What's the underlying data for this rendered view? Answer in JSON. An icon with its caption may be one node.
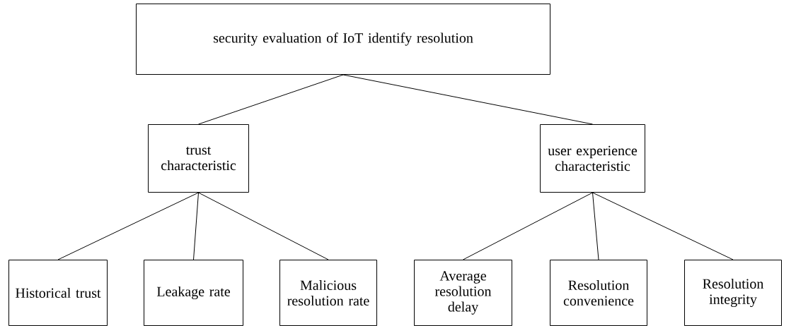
{
  "diagram": {
    "nodes": [
      {
        "text": [
          "security evaluation of IoT identify resolution"
        ]
      },
      {
        "text": [
          "trust characteristic"
        ]
      },
      {
        "text": [
          "user experience characteristic"
        ]
      },
      {
        "text": [
          "Historical trust"
        ]
      },
      {
        "text": [
          "Leakage rate"
        ]
      },
      {
        "text": [
          "Malicious resolution rate"
        ]
      },
      {
        "text": [
          "Average resolution delay"
        ]
      },
      {
        "text": [
          "Resolution convenience"
        ]
      },
      {
        "text": [
          "Resolution integrity"
        ]
      }
    ],
    "edges": [
      {
        "from": 0,
        "to": 1,
        "arrow": "none"
      },
      {
        "from": 0,
        "to": 2,
        "arrow": "none"
      },
      {
        "from": 1,
        "to": 3,
        "arrow": "none"
      },
      {
        "from": 1,
        "to": 4,
        "arrow": "none"
      },
      {
        "from": 1,
        "to": 5,
        "arrow": "none"
      },
      {
        "from": 2,
        "to": 6,
        "arrow": "none"
      },
      {
        "from": 2,
        "to": 7,
        "arrow": "none"
      },
      {
        "from": 2,
        "to": 8,
        "arrow": "none"
      }
    ]
  }
}
